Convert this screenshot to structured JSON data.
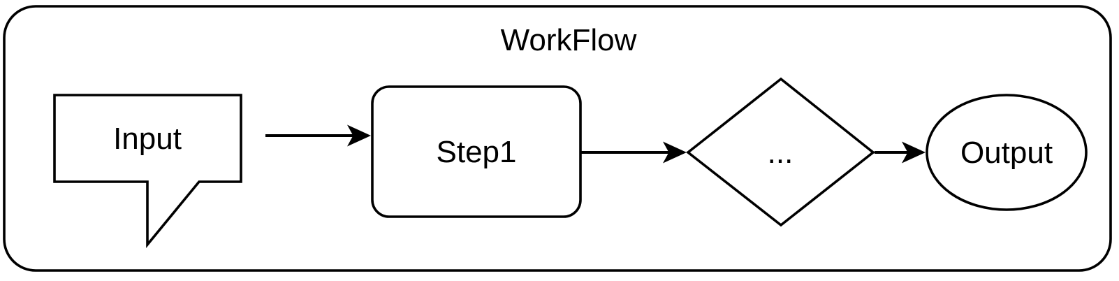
{
  "title": "WorkFlow",
  "colors": {
    "stroke": "#000000",
    "node_fill": "#ffffff",
    "text": "#000000",
    "background": "#ffffff"
  },
  "nodes": {
    "input": {
      "label": "Input",
      "shape": "callout-rectangle"
    },
    "step1": {
      "label": "Step1",
      "shape": "rounded-rectangle"
    },
    "decision": {
      "label": "...",
      "shape": "diamond"
    },
    "output": {
      "label": "Output",
      "shape": "ellipse"
    }
  },
  "edges": [
    {
      "from": "input",
      "to": "step1",
      "style": "solid",
      "arrow": "filled-triangle"
    },
    {
      "from": "step1",
      "to": "decision",
      "style": "solid",
      "arrow": "filled-triangle"
    },
    {
      "from": "decision",
      "to": "output",
      "style": "solid",
      "arrow": "filled-triangle"
    }
  ]
}
